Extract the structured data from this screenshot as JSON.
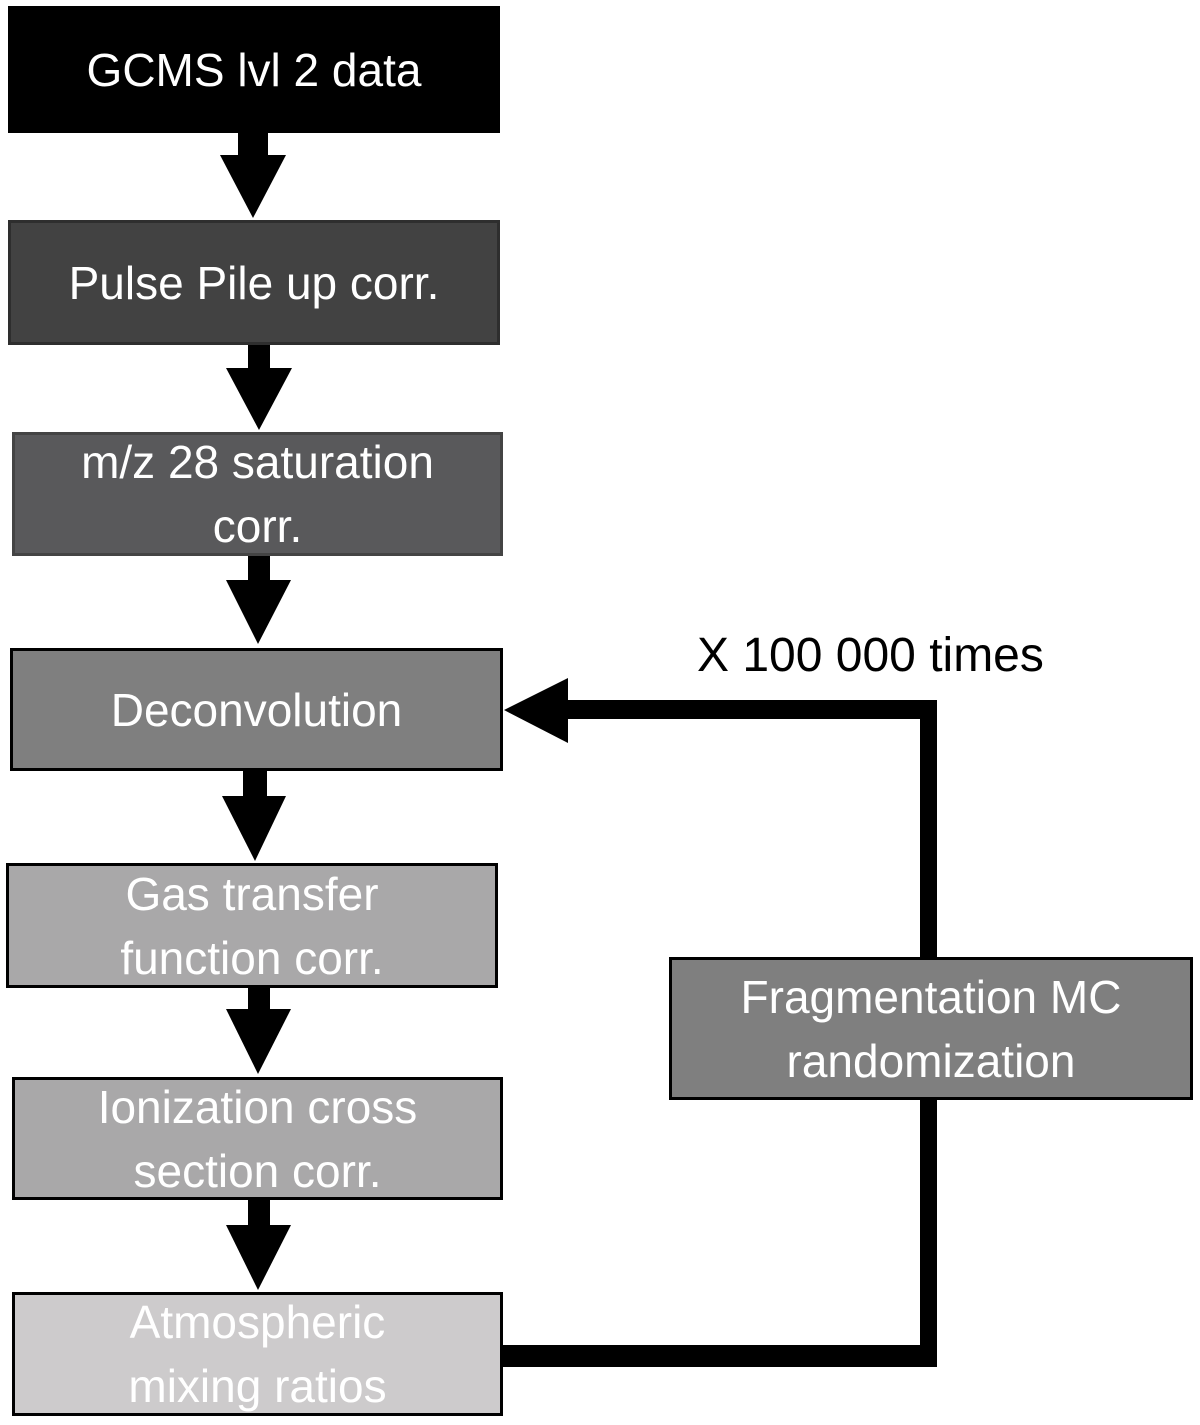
{
  "diagram": {
    "type": "flowchart",
    "steps": [
      {
        "id": "gcms",
        "label": "GCMS lvl 2 data",
        "fill": "#000000"
      },
      {
        "id": "pulse",
        "label": "Pulse Pile up corr.",
        "fill": "#424242"
      },
      {
        "id": "mz28",
        "label": "m/z 28 saturation\ncorr.",
        "fill": "#59595b"
      },
      {
        "id": "deconv",
        "label": "Deconvolution",
        "fill": "#7f7f7f"
      },
      {
        "id": "gas",
        "label": "Gas transfer\nfunction corr.",
        "fill": "#a9a8a9"
      },
      {
        "id": "ion",
        "label": "Ionization cross\nsection corr.",
        "fill": "#a9a8a9"
      },
      {
        "id": "atmo",
        "label": "Atmospheric\nmixing ratios",
        "fill": "#cdcbcc"
      }
    ],
    "loop_box": {
      "id": "frag",
      "label": "Fragmentation MC\nrandomization",
      "fill": "#7f7f7f"
    },
    "loop_label": "X 100 000 times",
    "edges": [
      {
        "from": "gcms",
        "to": "pulse"
      },
      {
        "from": "pulse",
        "to": "mz28"
      },
      {
        "from": "mz28",
        "to": "deconv"
      },
      {
        "from": "deconv",
        "to": "gas"
      },
      {
        "from": "gas",
        "to": "ion"
      },
      {
        "from": "ion",
        "to": "atmo"
      },
      {
        "from": "atmo",
        "to": "frag"
      },
      {
        "from": "frag",
        "to": "deconv",
        "label": "X 100 000 times"
      }
    ]
  }
}
